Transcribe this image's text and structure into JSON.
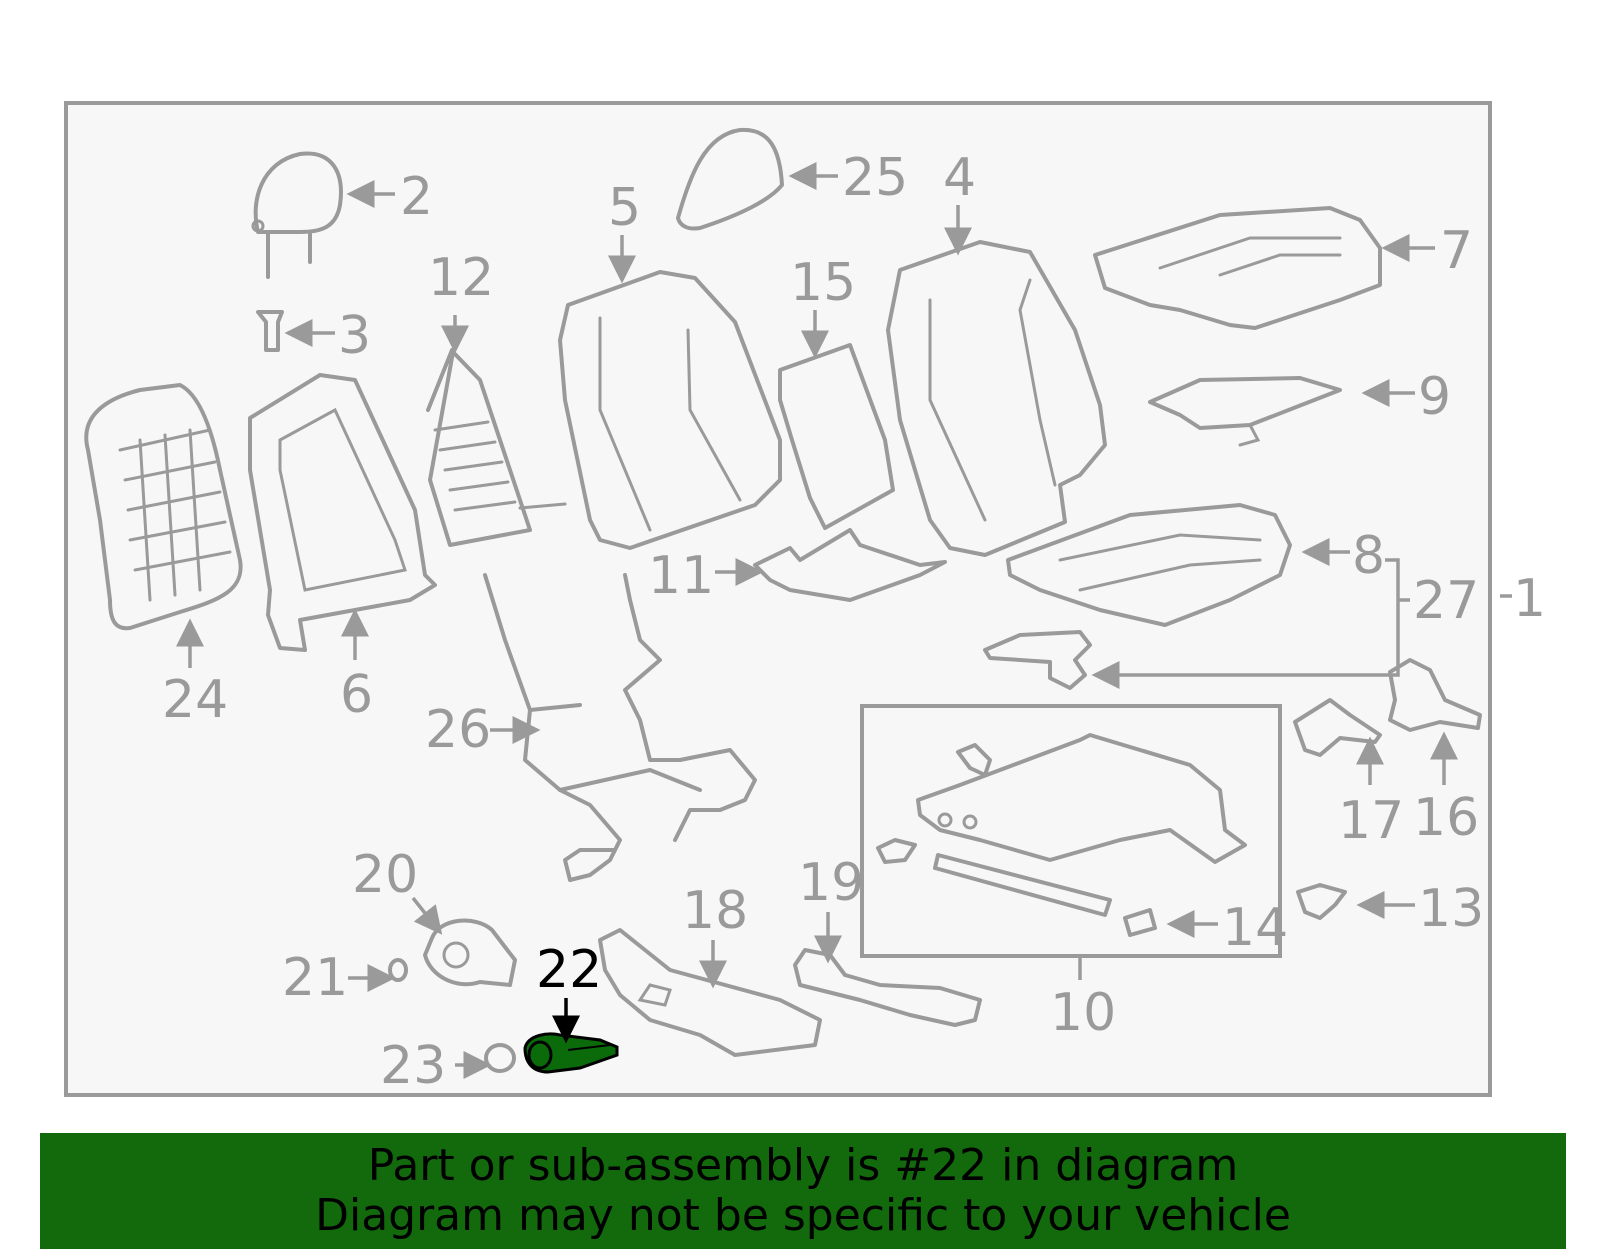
{
  "diagram": {
    "highlight_part": "22",
    "colors": {
      "line": "#9a9a9a",
      "highlight_fill": "#0b6b0b",
      "banner": "#126a0c",
      "panel": "#f7f7f7"
    },
    "labels": {
      "l1": "1",
      "l2": "2",
      "l3": "3",
      "l4": "4",
      "l5": "5",
      "l6": "6",
      "l7": "7",
      "l8": "8",
      "l9": "9",
      "l10": "10",
      "l11": "11",
      "l12": "12",
      "l13": "13",
      "l14": "14",
      "l15": "15",
      "l16": "16",
      "l17": "17",
      "l18": "18",
      "l19": "19",
      "l20": "20",
      "l21": "21",
      "l22": "22",
      "l23": "23",
      "l24": "24",
      "l25": "25",
      "l26": "26",
      "l27": "27"
    }
  },
  "banner": {
    "line1": "Part or sub-assembly is #22 in diagram",
    "line2": "Diagram may not be specific to your vehicle"
  }
}
